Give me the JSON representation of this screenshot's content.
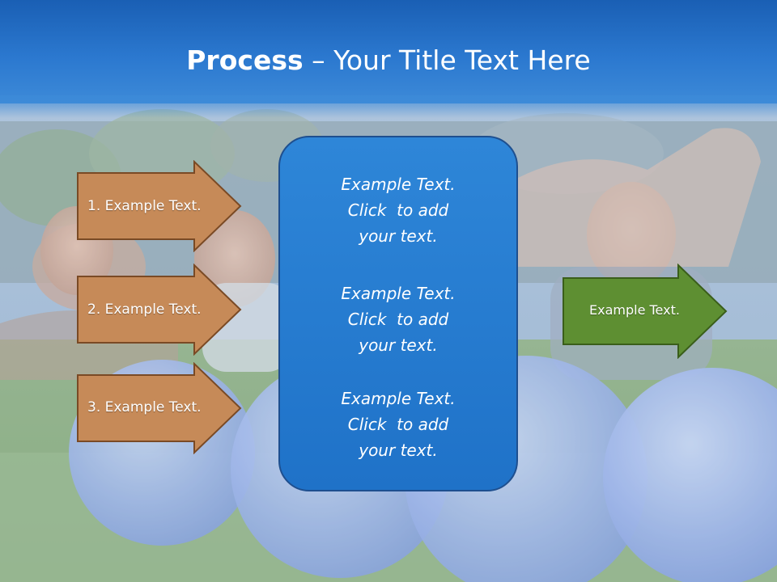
{
  "title": {
    "bold": "Process",
    "rest": " – Your Title Text Here"
  },
  "left_arrows": [
    {
      "label": "1. Example Text."
    },
    {
      "label": "2. Example Text."
    },
    {
      "label": "3. Example Text."
    }
  ],
  "center_box": {
    "blocks": [
      {
        "line1": "Example Text.",
        "line2": "Click  to add",
        "line3": "your text."
      },
      {
        "line1": "Example Text.",
        "line2": "Click  to add",
        "line3": "your text."
      },
      {
        "line1": "Example Text.",
        "line2": "Click  to add",
        "line3": "your text."
      }
    ]
  },
  "right_arrow": {
    "label": "Example Text."
  },
  "colors": {
    "header_blue": "#2b78cf",
    "left_arrow_fill": "#c68a58",
    "left_arrow_stroke": "#7a4a25",
    "center_box_fill": "#2a80d4",
    "right_arrow_fill": "#5e8f32",
    "right_arrow_stroke": "#3a5e1a"
  }
}
